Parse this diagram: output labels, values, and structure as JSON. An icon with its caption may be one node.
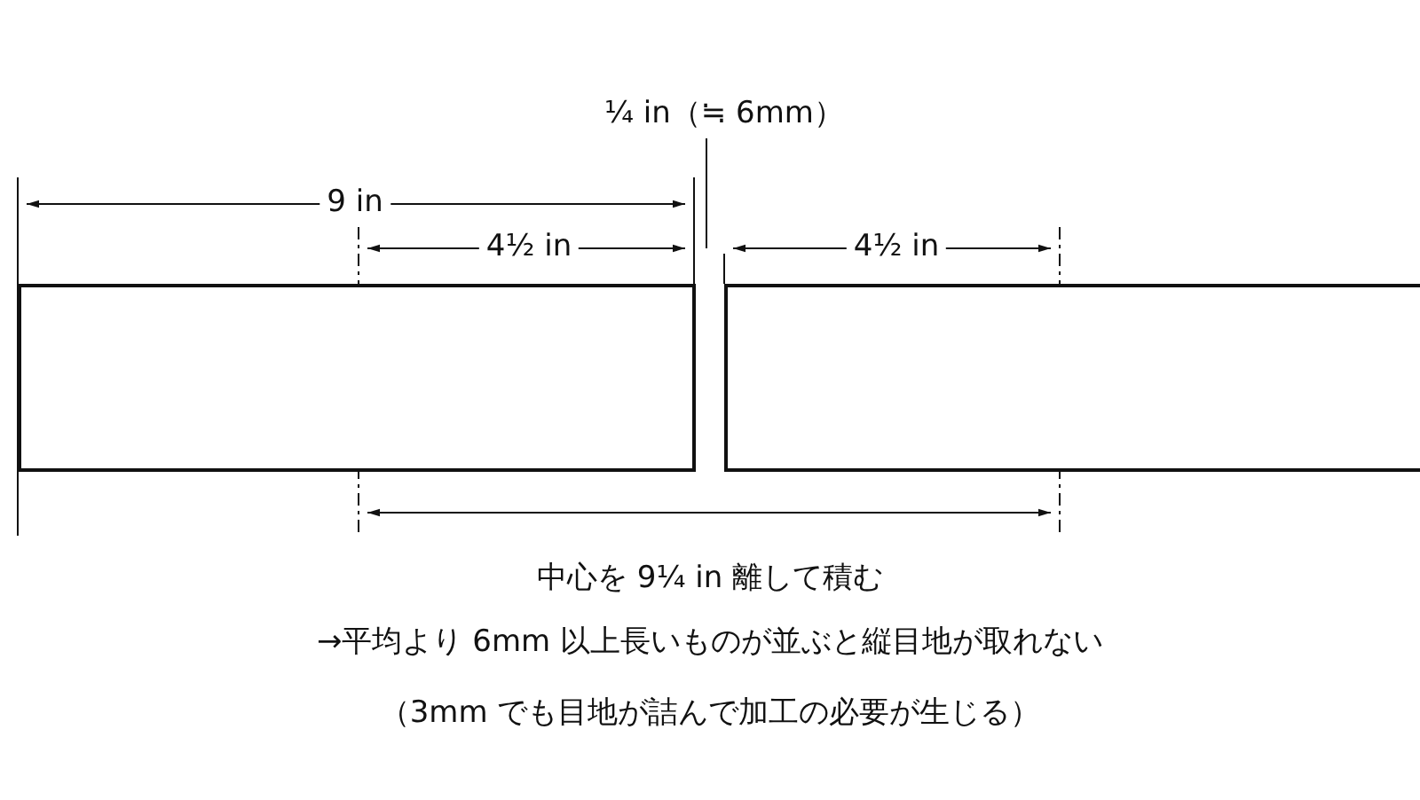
{
  "diagram": {
    "nodes": [
      {
        "text": [],
        "shape": "box"
      },
      {
        "text": [],
        "shape": "box"
      }
    ],
    "labels": [
      "¼ in（≒ 6mm）",
      "9 in",
      "4½ in",
      "4½ in",
      "中心を 9¼ in 離して積む",
      "→平均より 6mm 以上長いものが並ぶと縦目地が取れない",
      "（3mm でも目地が詰んで加工の必要が生じる）"
    ]
  }
}
